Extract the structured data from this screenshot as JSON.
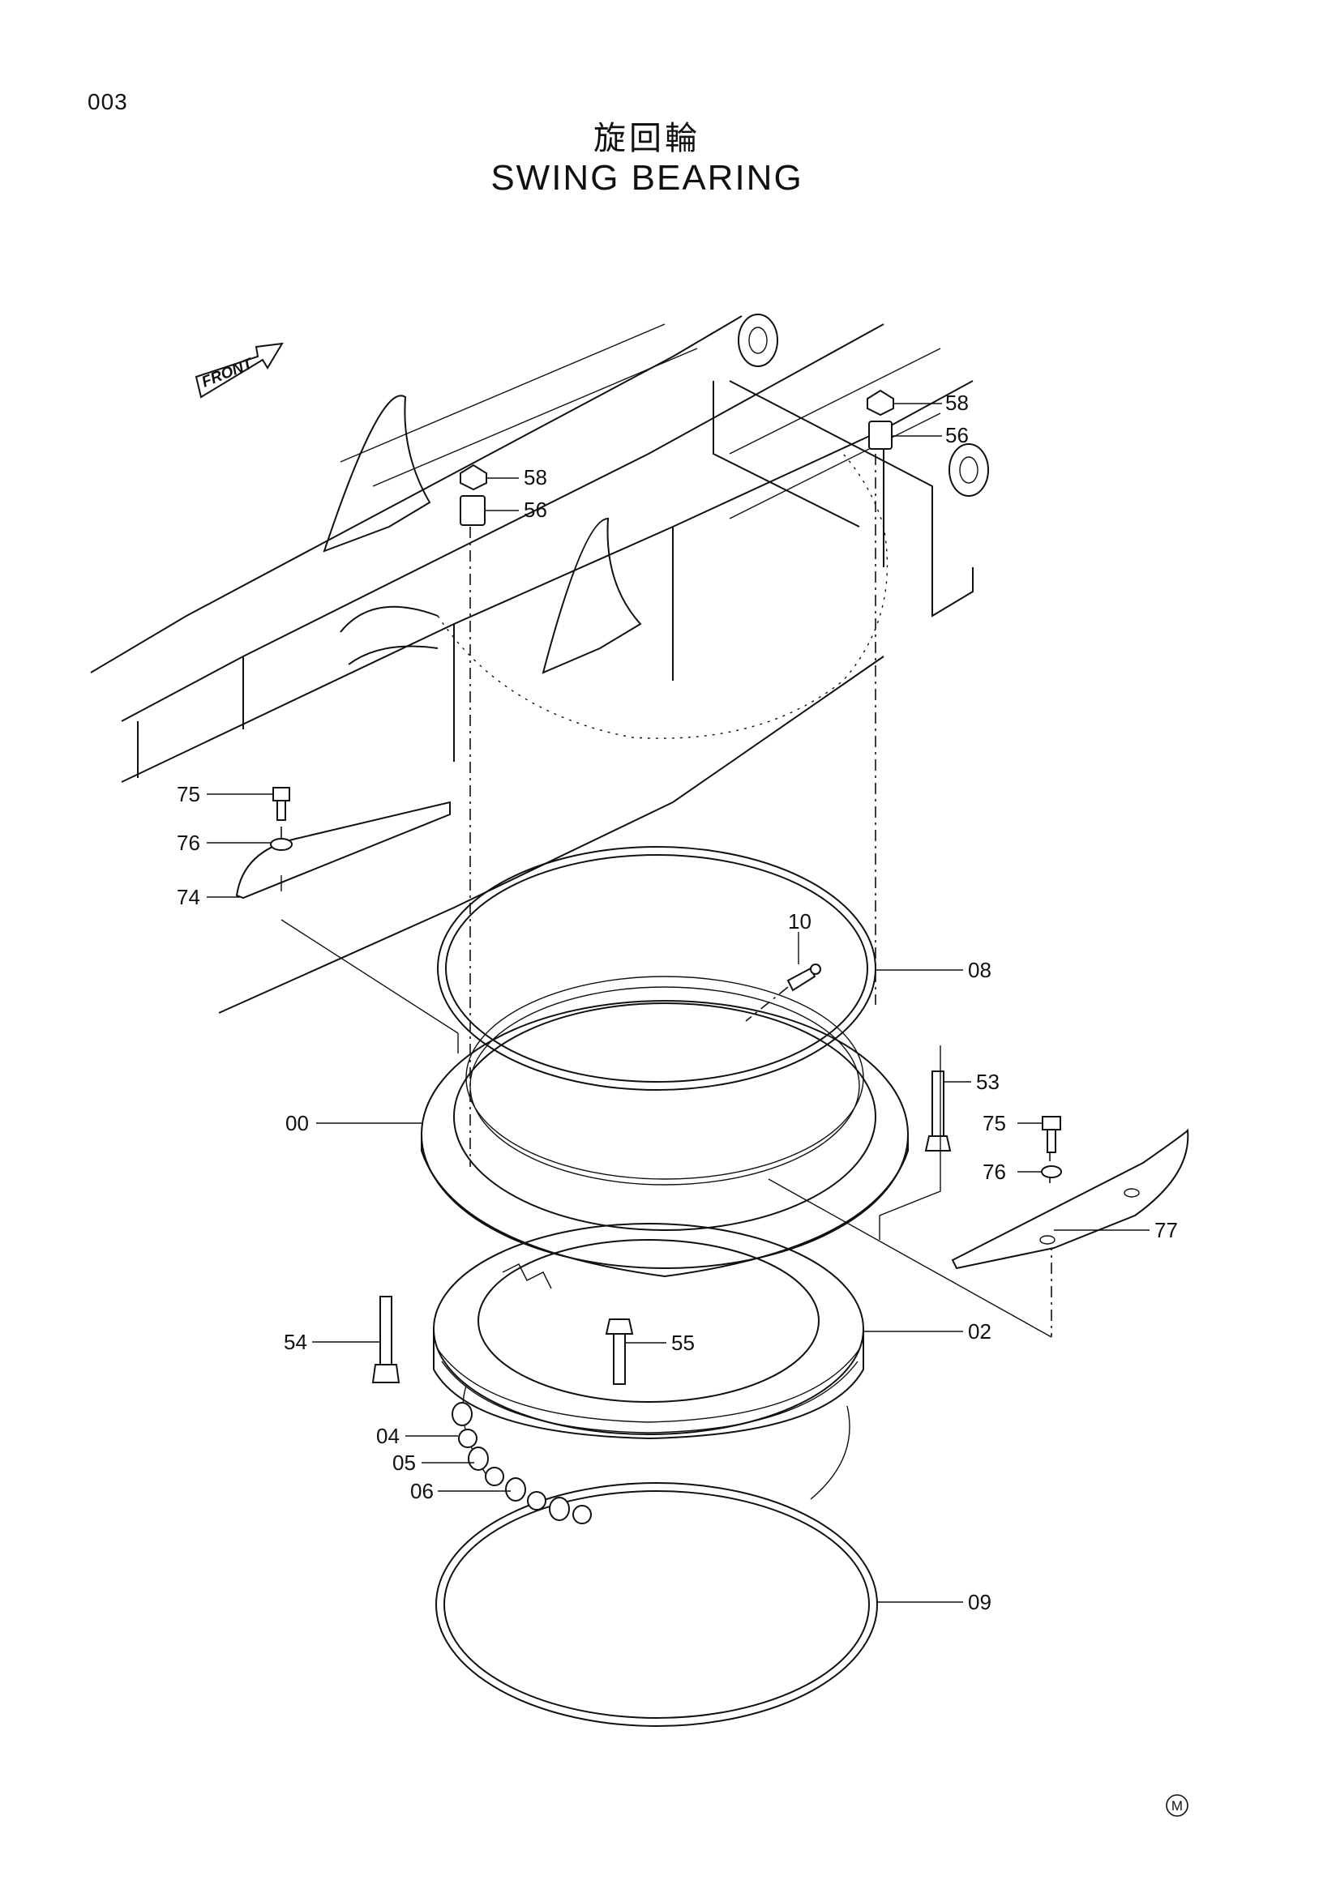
{
  "page": {
    "number": "003"
  },
  "title": {
    "japanese": "旋回輪",
    "english": "SWING BEARING"
  },
  "orientation_marker": {
    "label": "FRONT",
    "icon": "arrow-right-icon"
  },
  "corner_mark": "M",
  "callouts": [
    "58",
    "56",
    "58",
    "56",
    "75",
    "76",
    "74",
    "10",
    "08",
    "53",
    "75",
    "76",
    "00",
    "77",
    "54",
    "55",
    "02",
    "04",
    "05",
    "06",
    "09"
  ]
}
